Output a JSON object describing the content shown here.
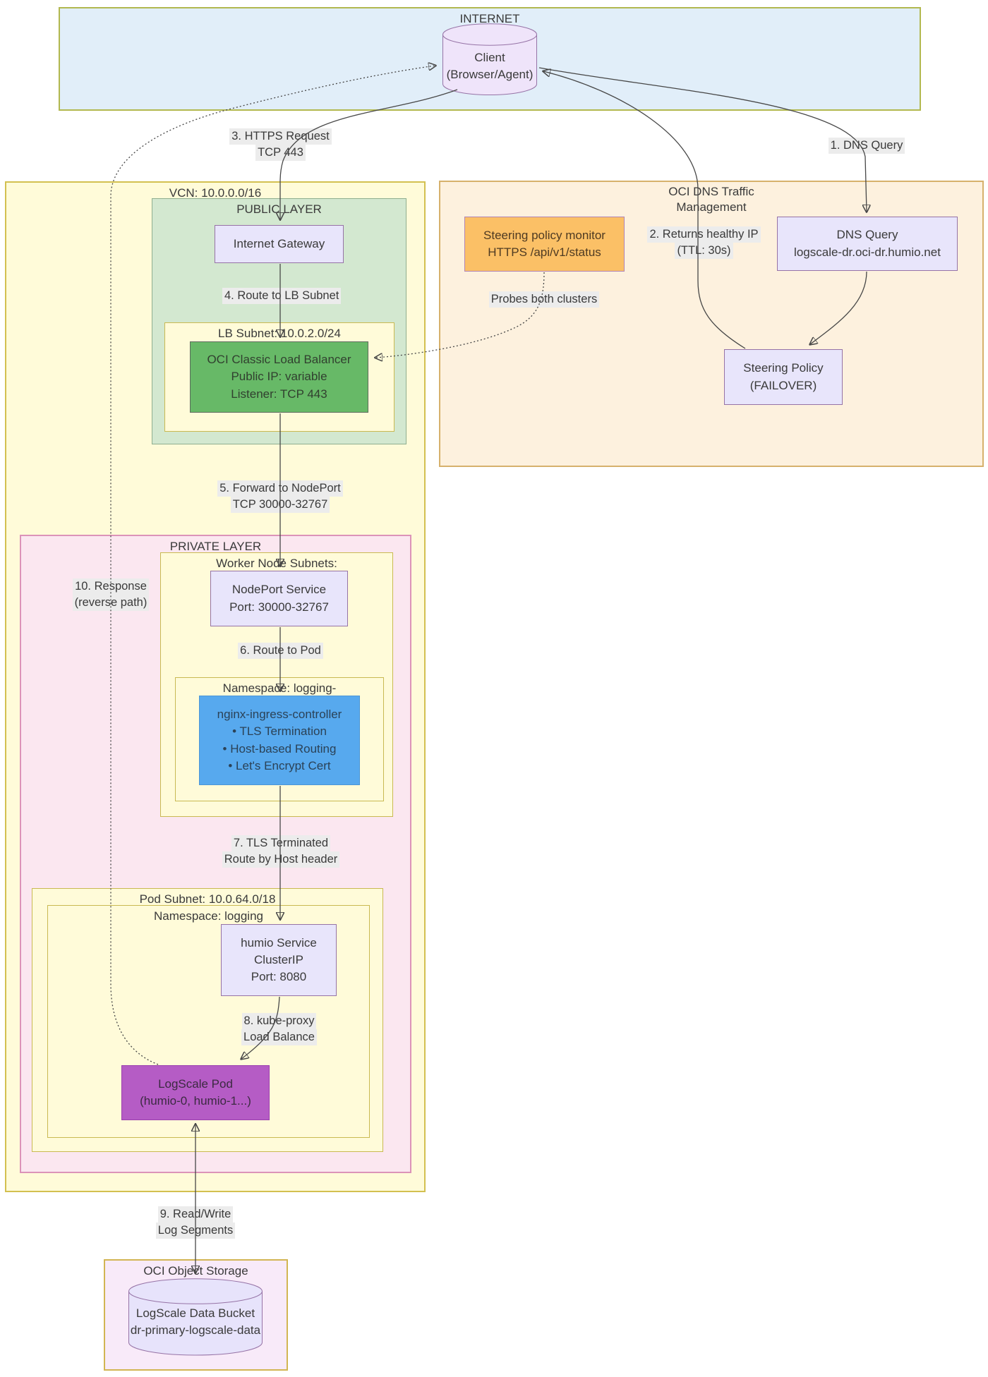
{
  "internet": {
    "label": "INTERNET",
    "client_line1": "Client",
    "client_line2": "(Browser/Agent)"
  },
  "vcn": {
    "label": "VCN: 10.0.0.0/16"
  },
  "public_layer": {
    "label": "PUBLIC LAYER",
    "internet_gateway": "Internet Gateway",
    "lb_subnet_label": "LB Subnet: 10.0.2.0/24",
    "load_balancer": {
      "line1": "OCI Classic Load Balancer",
      "line2": "Public IP: variable",
      "line3": "Listener: TCP 443"
    }
  },
  "private_layer": {
    "label": "PRIVATE LAYER",
    "worker_subnet_label": "Worker Node Subnets:",
    "nodeport": {
      "line1": "NodePort Service",
      "line2": "Port: 30000-32767"
    },
    "ns_ingress_label": "Namespace: logging-",
    "nginx": {
      "line1": "nginx-ingress-controller",
      "line2": "• TLS Termination",
      "line3": "• Host-based Routing",
      "line4": "• Let's Encrypt Cert"
    },
    "pod_subnet_label": "Pod Subnet: 10.0.64.0/18",
    "ns_logging_label": "Namespace: logging",
    "humio_service": {
      "line1": "humio Service",
      "line2": "ClusterIP",
      "line3": "Port: 8080"
    },
    "logscale_pod": {
      "line1": "LogScale Pod",
      "line2": "(humio-0, humio-1...)"
    }
  },
  "dns_panel": {
    "label_line1": "OCI DNS Traffic",
    "label_line2": "Management",
    "monitor": {
      "line1": "Steering policy monitor",
      "line2": "HTTPS /api/v1/status"
    },
    "dns_query": {
      "line1": "DNS Query",
      "line2": "logscale-dr.oci-dr.humio.net"
    },
    "steering_policy": {
      "line1": "Steering Policy",
      "line2": "(FAILOVER)"
    }
  },
  "object_storage": {
    "label": "OCI Object Storage",
    "bucket_line1": "LogScale Data Bucket",
    "bucket_line2": "dr-primary-logscale-data"
  },
  "flow_labels": {
    "step1": "1. DNS Query",
    "step2_line1": "2. Returns healthy IP",
    "step2_line2": "(TTL: 30s)",
    "step3_line1": "3. HTTPS Request",
    "step3_line2": "TCP 443",
    "step4": "4. Route to LB Subnet",
    "step5_line1": "5. Forward to NodePort",
    "step5_line2": "TCP 30000-32767",
    "step6": "6. Route to Pod",
    "step7_line1": "7. TLS Terminated",
    "step7_line2": "Route by Host header",
    "step8_line1": "8. kube-proxy",
    "step8_line2": "Load Balance",
    "step9_line1": "9. Read/Write",
    "step9_line2": "Log Segments",
    "step10_line1": "10. Response",
    "step10_line2": "(reverse path)",
    "probes": "Probes both clusters"
  },
  "colors": {
    "internet_fill": "#e1eef9",
    "internet_border": "#b2b84f",
    "yellow_fill": "#fffbd9",
    "yellow_border": "#d3c050",
    "public_green_fill": "#d3e8d0",
    "lb_green_fill": "#67b967",
    "private_pink_fill": "#fbe7f0",
    "private_pink_border": "#dc93b8",
    "dns_panel_fill": "#fdf1de",
    "monitor_orange_fill": "#fbc066",
    "lavender_fill": "#e8e5fb",
    "lavender_border": "#9673a6",
    "nginx_blue_fill": "#57a9ee",
    "pod_purple_fill": "#b55cc5",
    "storage_fill": "#f8eaf9",
    "label_bg": "#ececec",
    "edge": "#474747"
  }
}
